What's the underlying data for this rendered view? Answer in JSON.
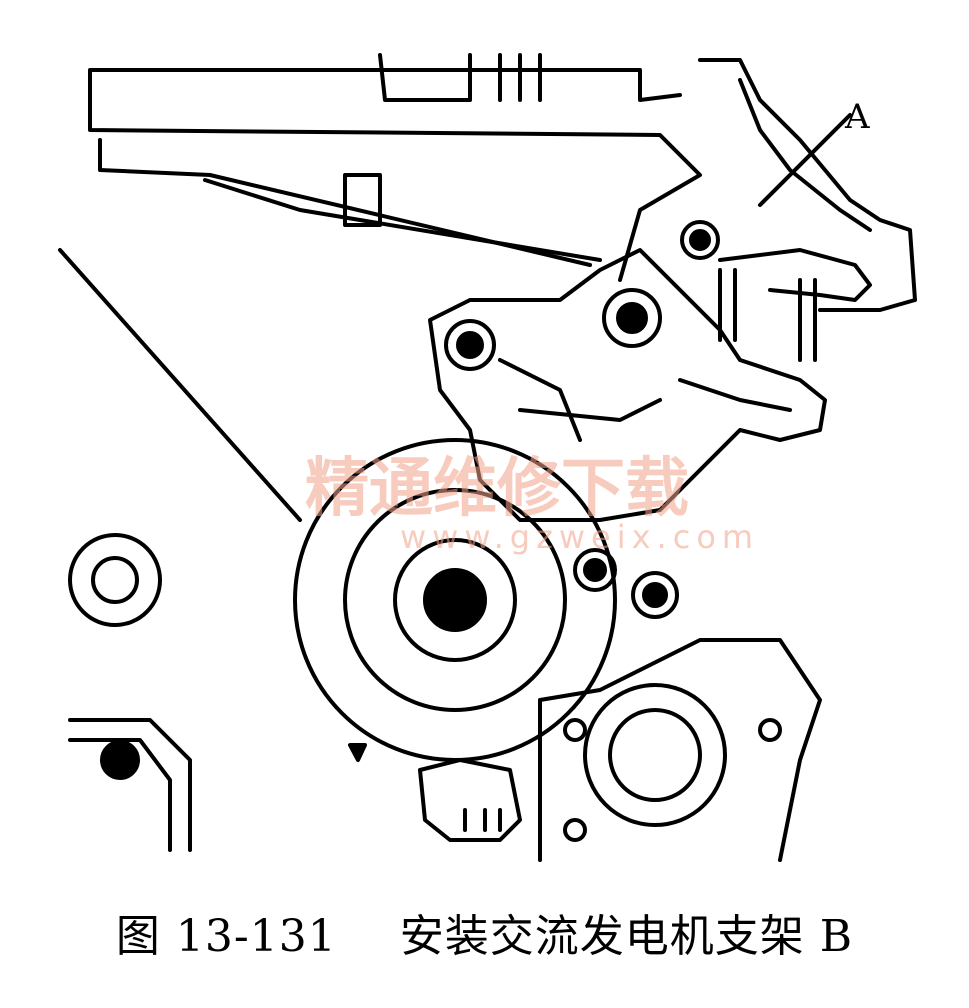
{
  "figure": {
    "callout_label": "A",
    "watermark_text": "精通维修下载",
    "watermark_url": "www.gzweix.com"
  },
  "caption": {
    "number": "图 13-131",
    "title": "安装交流发电机支架 B"
  }
}
